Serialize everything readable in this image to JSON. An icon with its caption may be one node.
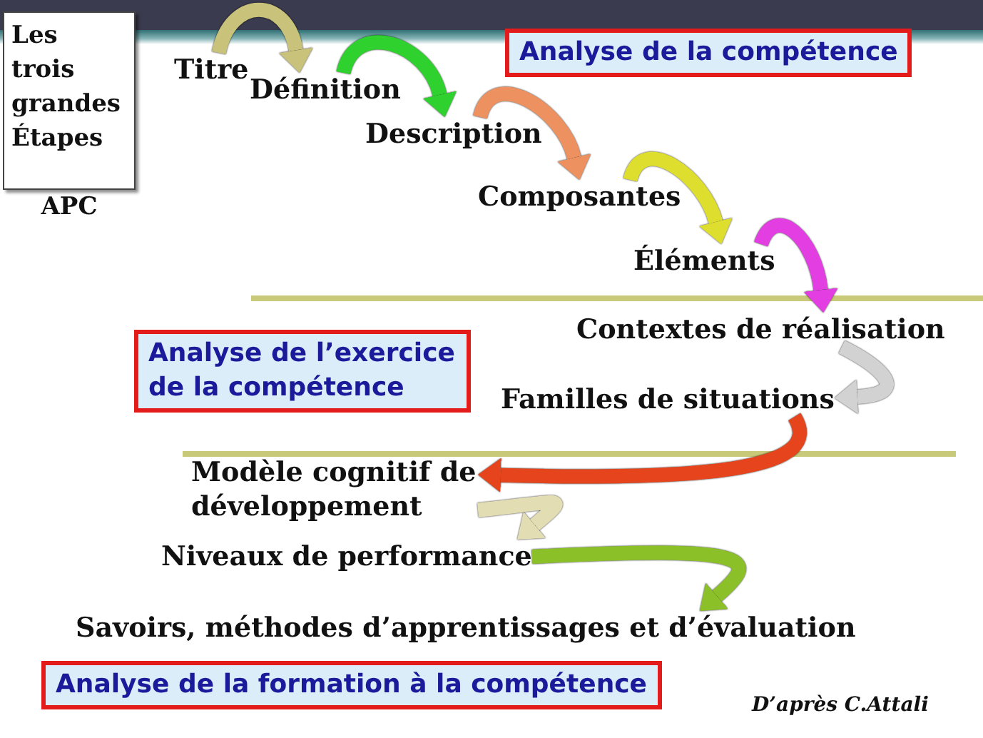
{
  "diagram": {
    "caption": "D’après C.Attali",
    "nodes": [
      {
        "text": [
          "Les trois grandes Étapes",
          "APC"
        ]
      },
      {
        "text": [
          "Analyse de la compétence"
        ]
      },
      {
        "text": [
          "Titre"
        ]
      },
      {
        "text": [
          "Définition"
        ]
      },
      {
        "text": [
          "Description"
        ]
      },
      {
        "text": [
          "Composantes"
        ]
      },
      {
        "text": [
          "Éléments"
        ]
      },
      {
        "text": [
          "Contextes de réalisation"
        ]
      },
      {
        "text": [
          "Analyse de l’exercice de la compétence"
        ]
      },
      {
        "text": [
          "Familles de situations"
        ]
      },
      {
        "text": [
          "Modèle cognitif de développement"
        ]
      },
      {
        "text": [
          "Niveaux de performance"
        ]
      },
      {
        "text": [
          "Savoirs, méthodes d’apprentissages et d’évaluation"
        ]
      },
      {
        "text": [
          "Analyse de la formation à la compétence"
        ]
      }
    ],
    "edges": [
      {
        "from": 2,
        "to": 3,
        "arrow": "to",
        "color": "#c9c27a"
      },
      {
        "from": 3,
        "to": 4,
        "arrow": "to",
        "color": "#2fd12f"
      },
      {
        "from": 4,
        "to": 5,
        "arrow": "to",
        "color": "#ee9160"
      },
      {
        "from": 5,
        "to": 6,
        "arrow": "to",
        "color": "#dede2e"
      },
      {
        "from": 6,
        "to": 7,
        "arrow": "to",
        "color": "#e23ee2"
      },
      {
        "from": 7,
        "to": 9,
        "arrow": "to",
        "color": "#d2d2d2"
      },
      {
        "from": 9,
        "to": 10,
        "arrow": "to",
        "color": "#e5441c"
      },
      {
        "from": 10,
        "to": 11,
        "arrow": "to",
        "color": "#e2ddb2"
      },
      {
        "from": 11,
        "to": 12,
        "arrow": "to",
        "color": "#8cc028"
      }
    ]
  }
}
